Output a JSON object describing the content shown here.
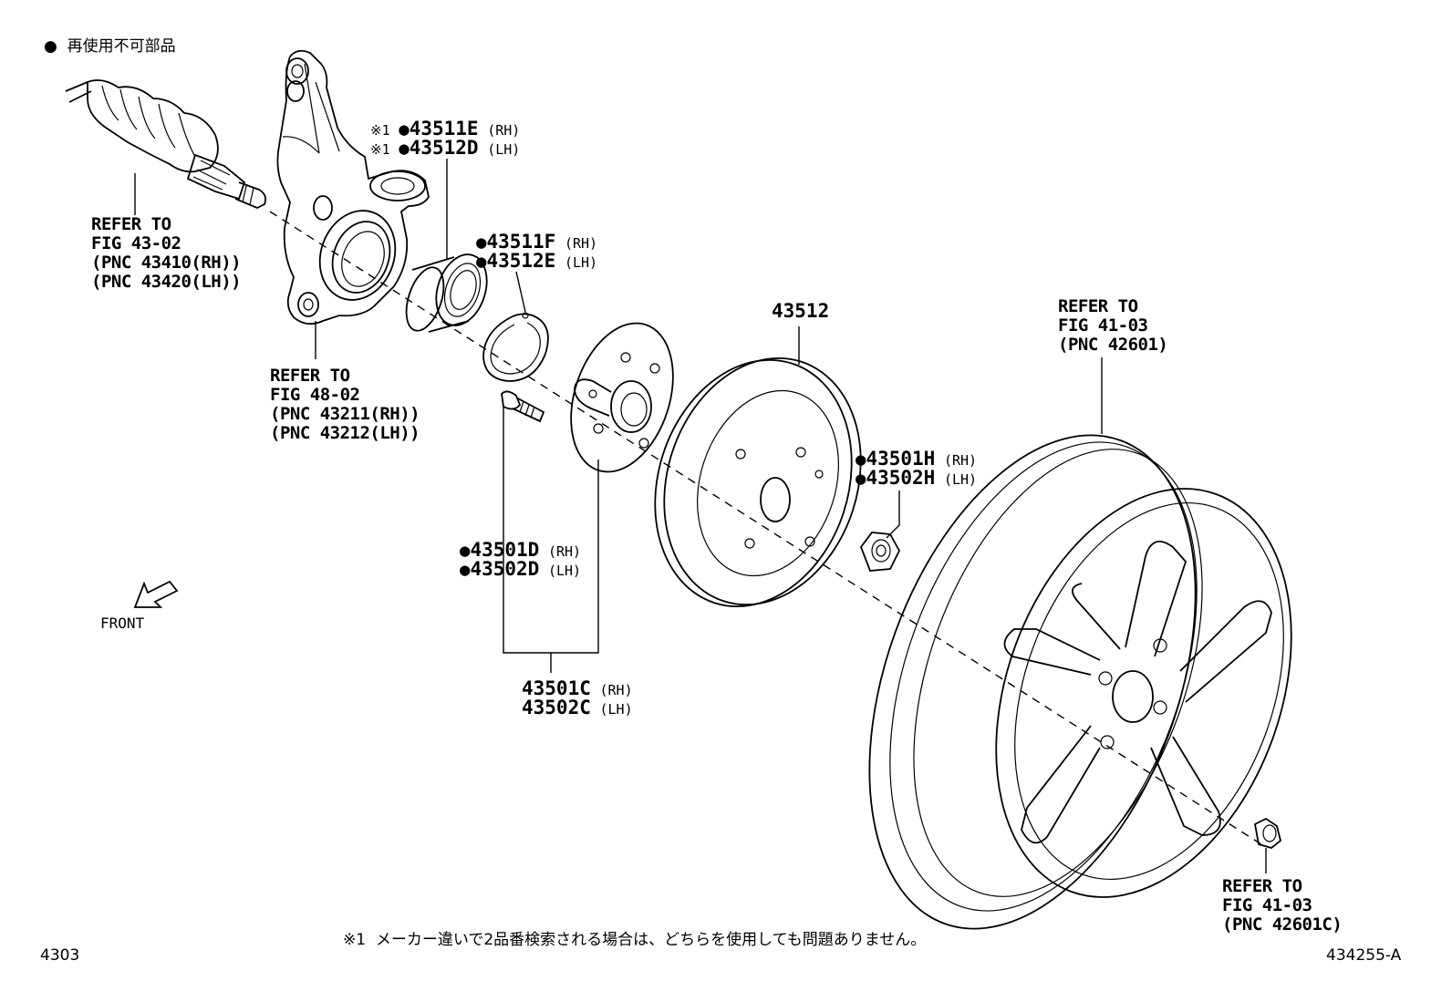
{
  "legend": {
    "marker": "●",
    "text": "再使用不可部品"
  },
  "refs": {
    "driveshaft": [
      "REFER TO",
      "FIG 43-02",
      "(PNC 43410(RH))",
      "(PNC 43420(LH))"
    ],
    "knuckle": [
      "REFER TO",
      "FIG 48-02",
      "(PNC 43211(RH))",
      "(PNC 43212(LH))"
    ],
    "wheel": [
      "REFER TO",
      "FIG 41-03",
      "(PNC 42601)"
    ],
    "wheel_nut": [
      "REFER TO",
      "FIG 41-03",
      "(PNC 42601C)"
    ]
  },
  "parts": {
    "bearing_rh": {
      "mark": "※1",
      "dot": "●",
      "number": "43511E",
      "side": "(RH)"
    },
    "bearing_lh": {
      "mark": "※1",
      "dot": "●",
      "number": "43512D",
      "side": "(LH)"
    },
    "snap_rh": {
      "dot": "●",
      "number": "43511F",
      "side": "(RH)"
    },
    "snap_lh": {
      "dot": "●",
      "number": "43512E",
      "side": "(LH)"
    },
    "disc": {
      "number": "43512"
    },
    "nut_rh": {
      "dot": "●",
      "number": "43501H",
      "side": "(RH)"
    },
    "nut_lh": {
      "dot": "●",
      "number": "43502H",
      "side": "(LH)"
    },
    "bolt_rh": {
      "dot": "●",
      "number": "43501D",
      "side": "(RH)"
    },
    "bolt_lh": {
      "dot": "●",
      "number": "43502D",
      "side": "(LH)"
    },
    "hub_rh": {
      "number": "43501C",
      "side": "(RH)"
    },
    "hub_lh": {
      "number": "43502C",
      "side": "(LH)"
    }
  },
  "front_label": "FRONT",
  "footnote": "※1  メーカー違いで2品番検索される場合は、どちらを使用しても問題ありません。",
  "page_code": "4303",
  "figure_code": "434255-A"
}
